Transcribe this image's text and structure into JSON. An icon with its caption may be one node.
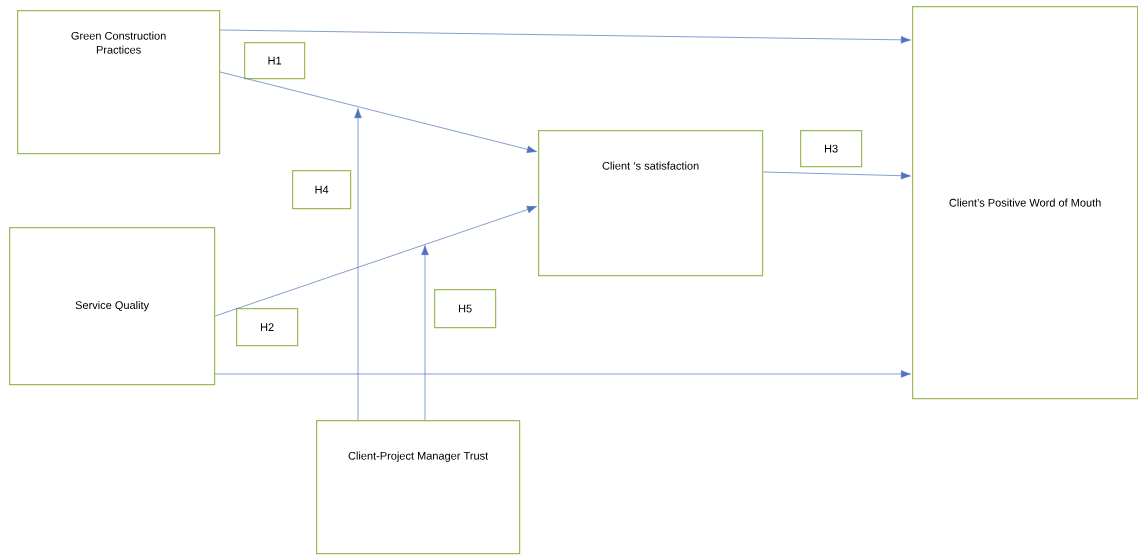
{
  "diagram": {
    "nodes": [
      {
        "text": [
          "Green Construction Practices"
        ]
      },
      {
        "text": [
          "Service Quality"
        ]
      },
      {
        "text": [
          "Client ‘s satisfaction"
        ]
      },
      {
        "text": [
          "Client’s Positive Word of Mouth"
        ]
      },
      {
        "text": [
          "Client-Project Manager Trust"
        ]
      },
      {
        "text": [
          "H1"
        ]
      },
      {
        "text": [
          "H4"
        ]
      },
      {
        "text": [
          "H3"
        ]
      },
      {
        "text": [
          "H5"
        ]
      },
      {
        "text": [
          "H2"
        ]
      }
    ],
    "edges": [
      {
        "from": 0,
        "to": 3,
        "arrow": "to"
      },
      {
        "from": 0,
        "to": 2,
        "arrow": "to"
      },
      {
        "from": 1,
        "to": 2,
        "arrow": "to"
      },
      {
        "from": 1,
        "to": 3,
        "arrow": "to"
      },
      {
        "from": 2,
        "to": 3,
        "arrow": "to"
      },
      {
        "from": 4,
        "to": null,
        "arrow": "to"
      },
      {
        "from": 4,
        "to": null,
        "arrow": "to"
      }
    ]
  }
}
